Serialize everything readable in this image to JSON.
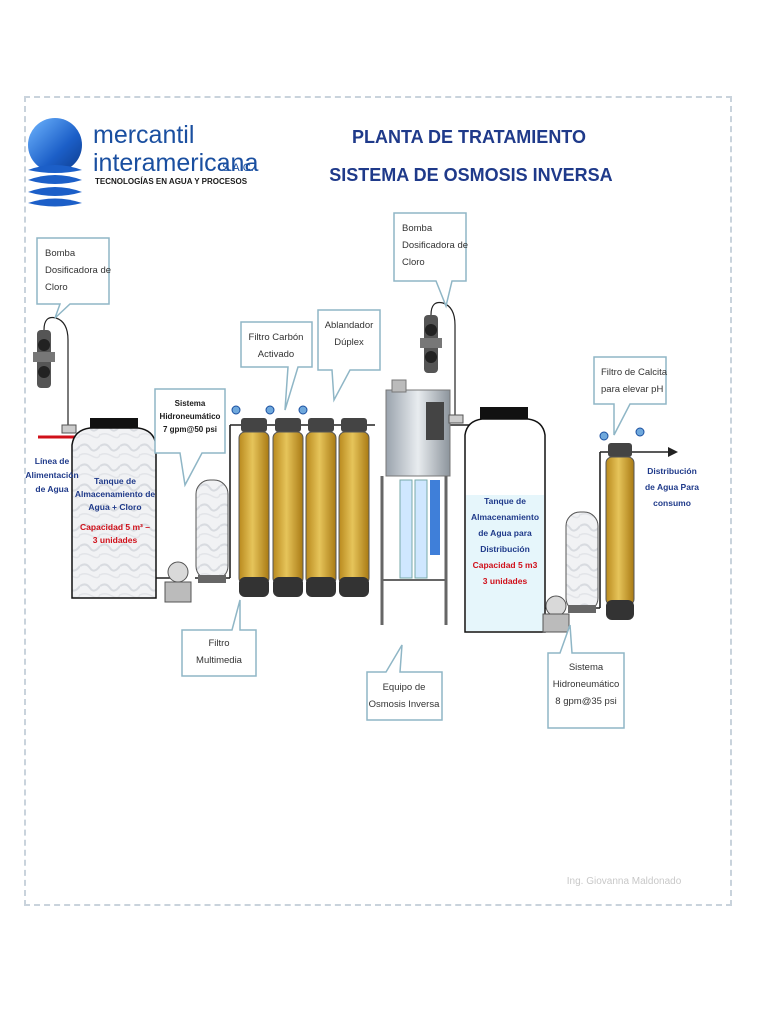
{
  "header": {
    "brand_name_line1": "mercantil",
    "brand_name_line2": "interamericana",
    "brand_suffix": "S.A.C.",
    "brand_tagline": "TECNOLOGÍAS EN AGUA Y PROCESOS",
    "title_line1": "PLANTA DE TRATAMIENTO",
    "title_line2": "SISTEMA DE OSMOSIS INVERSA"
  },
  "callouts": {
    "bomba1": [
      "Bomba",
      "Dosificadora de",
      "Cloro"
    ],
    "bomba2": [
      "Bomba",
      "Dosificadora de",
      "Cloro"
    ],
    "hidro1": [
      "Sistema",
      "Hidroneumático",
      "7 gpm@50 psi"
    ],
    "carbon": [
      "Filtro Carbón",
      "Activado"
    ],
    "ablandador": [
      "Ablandador",
      "Dúplex"
    ],
    "calcita": [
      "Filtro de Calcita",
      "para elevar pH"
    ],
    "multimedia": [
      "Filtro",
      "Multimedia"
    ],
    "osmosis": [
      "Equipo de",
      "Osmosis Inversa"
    ],
    "hidro2": [
      "Sistema",
      "Hidroneumático",
      "8 gpm@35 psi"
    ]
  },
  "labels": {
    "linea": [
      "Línea de",
      "Alimentación",
      "de Agua"
    ],
    "tanque1": [
      "Tanque de",
      "Almacenamiento de",
      "Agua + Cloro"
    ],
    "tanque1_capacity": [
      "Capacidad  5 m³ –",
      "3 unidades"
    ],
    "tanque2": [
      "Tanque de",
      "Almacenamiento",
      "de Agua para",
      "Distribución"
    ],
    "tanque2_capacity": [
      "Capacidad  5 m3",
      "3 unidades"
    ],
    "distribucion": [
      "Distribución",
      "de Agua Para",
      "consumo"
    ]
  },
  "footer": {
    "author": "Ing. Giovanna Maldonado"
  },
  "colors": {
    "title_blue": "#1f3a8a",
    "brand_blue": "#1a4fa0",
    "capacity_red": "#d0101a",
    "filter_gold": "#d4a72c",
    "callout_border": "#8fb6c6"
  }
}
